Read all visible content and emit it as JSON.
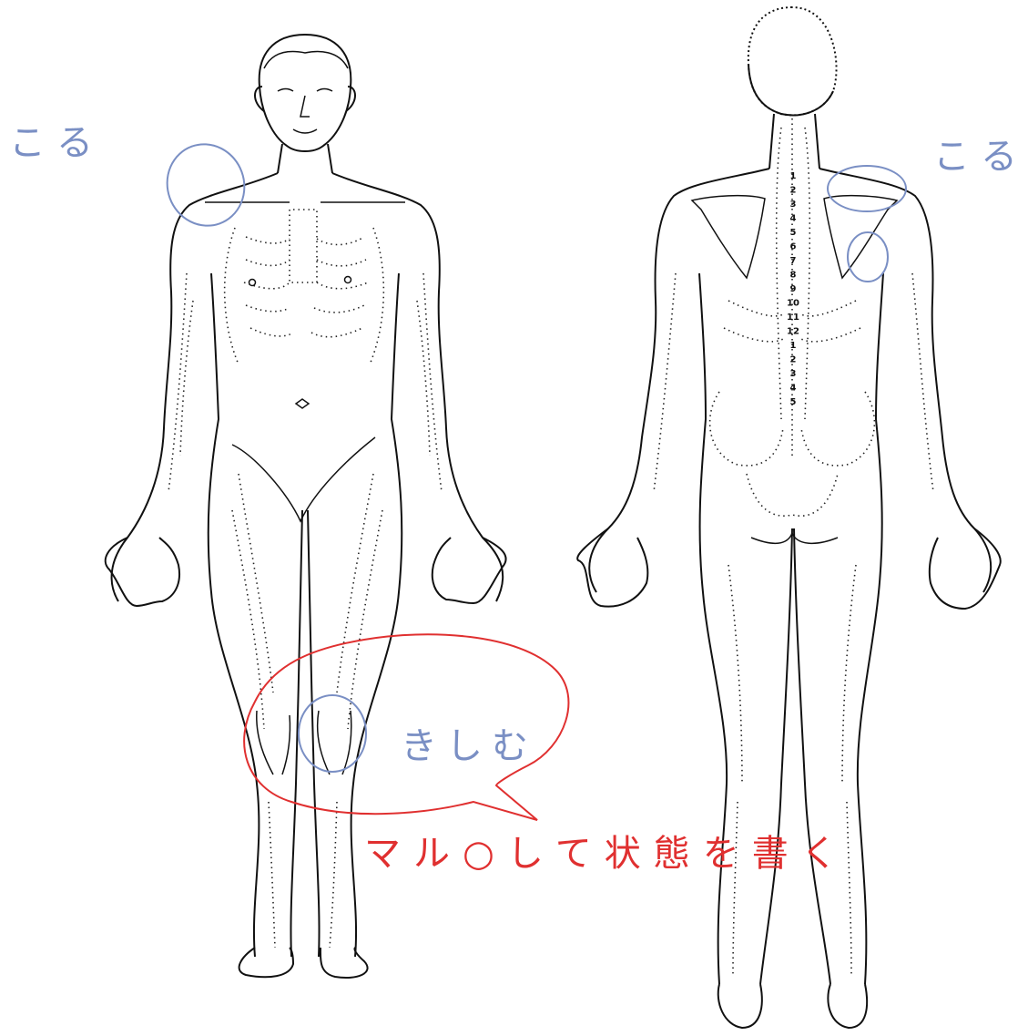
{
  "annotations": {
    "front_shoulder_note": "こる",
    "back_shoulder_note": "こる",
    "knee_note": "きしむ",
    "instruction": "マル○して状態を書く"
  },
  "vertebrae": {
    "thoracic": [
      "1",
      "2",
      "3",
      "4",
      "5",
      "6",
      "7",
      "8",
      "9",
      "10",
      "11",
      "12"
    ],
    "lumbar": [
      "1",
      "2",
      "3",
      "4",
      "5"
    ]
  },
  "colors": {
    "outline": "#111111",
    "blue_marker": "#7a8fc4",
    "red_marker": "#e03030"
  }
}
